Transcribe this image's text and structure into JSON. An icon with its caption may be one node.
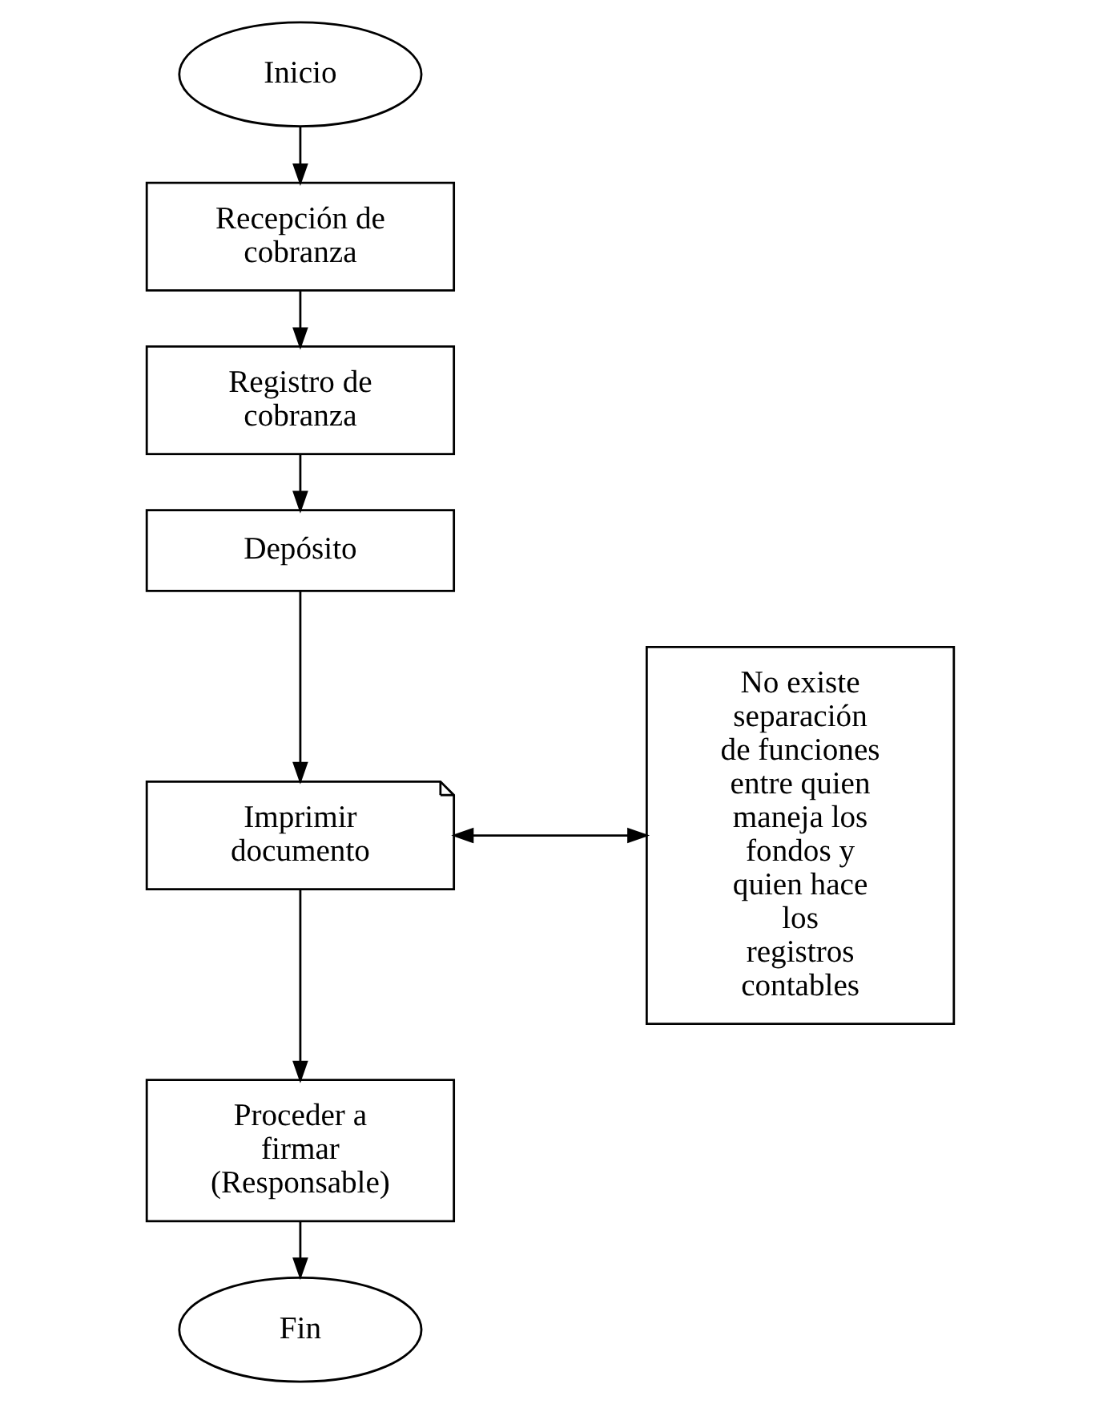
{
  "diagram": {
    "nodes": [
      {
        "text": [
          "Inicio"
        ]
      },
      {
        "text": [
          "Recepción de cobranza"
        ]
      },
      {
        "text": [
          "Registro de cobranza"
        ]
      },
      {
        "text": [
          "Depósito"
        ]
      },
      {
        "text": [
          "Imprimir documento"
        ]
      },
      {
        "text": [
          "Proceder a firmar (Responsable)"
        ]
      },
      {
        "text": [
          "Fin"
        ]
      },
      {
        "text": [
          "No existe separación de funciones entre quien maneja los fondos y quien hace los registros contables"
        ]
      }
    ],
    "edges": [
      {
        "from": 0,
        "to": 1,
        "arrow": "to"
      },
      {
        "from": 1,
        "to": 2,
        "arrow": "to"
      },
      {
        "from": 2,
        "to": 3,
        "arrow": "to"
      },
      {
        "from": 3,
        "to": 4,
        "arrow": "to"
      },
      {
        "from": 4,
        "to": 5,
        "arrow": "to"
      },
      {
        "from": 5,
        "to": 6,
        "arrow": "to"
      },
      {
        "from": 4,
        "to": 7,
        "arrow": "both"
      }
    ]
  }
}
